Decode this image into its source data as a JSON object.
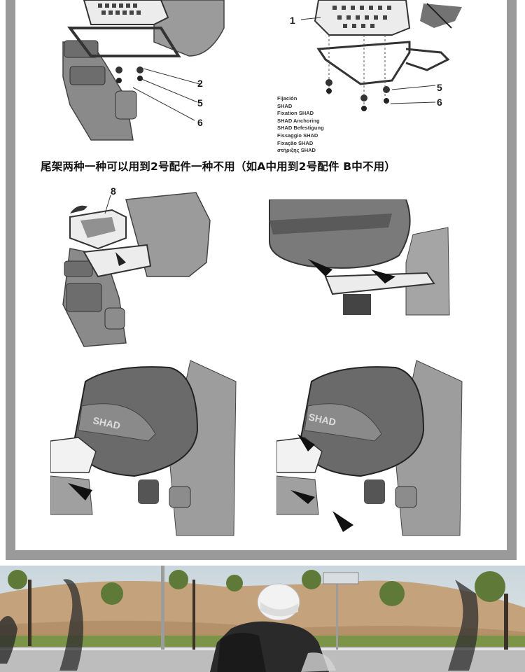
{
  "diagram_labels": {
    "top_left": [
      "2",
      "5",
      "6"
    ],
    "top_right": [
      "1",
      "5",
      "6"
    ],
    "middle_left": [
      "8"
    ]
  },
  "legend_lines": [
    "Fijación",
    "SHAD",
    "Fixation SHAD",
    "SHAD Anchoring",
    "SHAD Befestigung",
    "Fissaggio SHAD",
    "Fixação SHAD",
    "στήριξης SHAD"
  ],
  "caption": "尾架两种一种可以用到2号配件一种不用（如A中用到2号配件 B中不用）",
  "brand_text": "SHAD",
  "colors": {
    "frame": "#9a9a9a",
    "illustration_gray": "#7f7f7f",
    "arrow_black": "#111111"
  }
}
